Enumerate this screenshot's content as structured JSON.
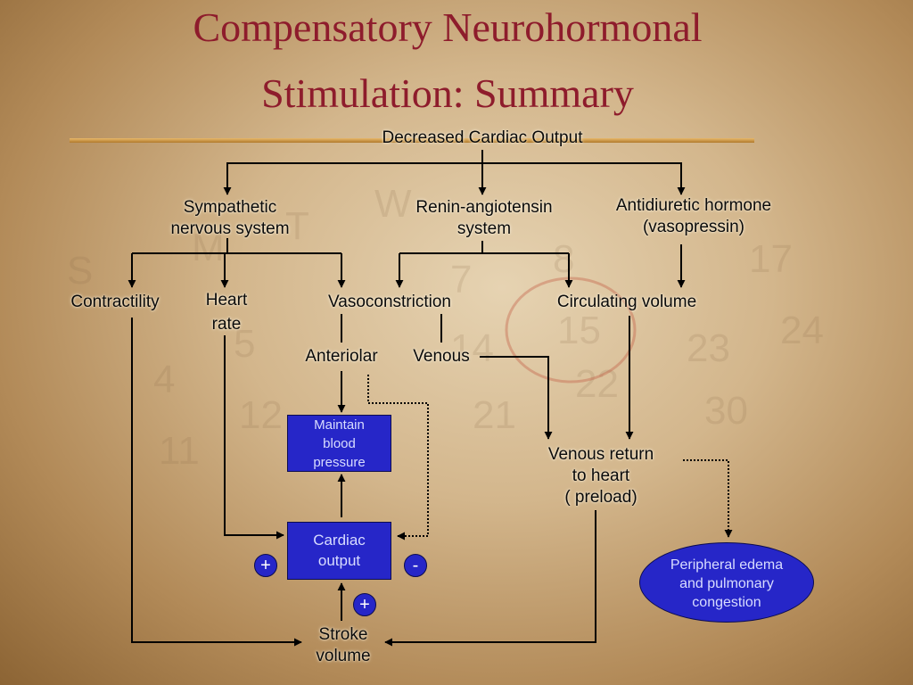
{
  "title": {
    "line1": "Compensatory Neurohormonal",
    "line2": "Stimulation: Summary"
  },
  "nodes": {
    "decreased_cardiac_output": "Decreased Cardiac Output",
    "sympathetic": [
      "Sympathetic",
      "nervous system"
    ],
    "renin": [
      "Renin-angiotensin",
      "system"
    ],
    "antidiuretic": [
      "Antidiuretic hormone",
      "(vasopressin)"
    ],
    "contractility": "Contractility",
    "heart_rate": [
      "Heart",
      "rate"
    ],
    "vasoconstriction": "Vasoconstriction",
    "circulating_volume": "Circulating volume",
    "anteriolar": "Anteriolar",
    "venous": "Venous",
    "maintain_bp": [
      "Maintain",
      "blood",
      "pressure"
    ],
    "cardiac_output": [
      "Cardiac",
      "output"
    ],
    "venous_return": [
      "Venous return",
      "to heart",
      "( preload)"
    ],
    "peripheral_edema": [
      "Peripheral edema",
      "and pulmonary",
      "congestion"
    ],
    "stroke_volume": [
      "Stroke",
      "volume"
    ]
  },
  "signs": {
    "plus_left": "+",
    "minus_right": "-",
    "plus_bottom": "+"
  },
  "colors": {
    "title": "#8e1c2c",
    "box_fill": "#2626c8",
    "box_text": "#d8dcff"
  }
}
